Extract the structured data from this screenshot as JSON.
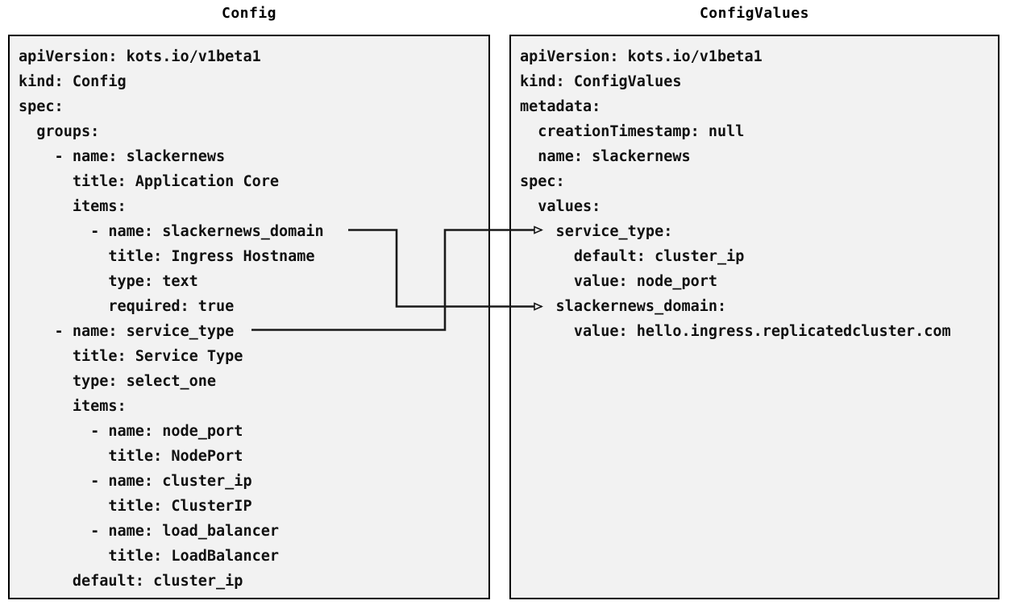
{
  "panels": {
    "config": {
      "title": "Config",
      "lines": [
        "apiVersion: kots.io/v1beta1",
        "kind: Config",
        "spec:",
        "  groups:",
        "    - name: slackernews",
        "      title: Application Core",
        "      items:",
        "        - name: slackernews_domain",
        "          title: Ingress Hostname",
        "          type: text",
        "          required: true",
        "    - name: service_type",
        "      title: Service Type",
        "      type: select_one",
        "      items:",
        "        - name: node_port",
        "          title: NodePort",
        "        - name: cluster_ip",
        "          title: ClusterIP",
        "        - name: load_balancer",
        "          title: LoadBalancer",
        "      default: cluster_ip"
      ]
    },
    "configvalues": {
      "title": "ConfigValues",
      "lines": [
        "apiVersion: kots.io/v1beta1",
        "kind: ConfigValues",
        "metadata:",
        "  creationTimestamp: null",
        "  name: slackernews",
        "spec:",
        "  values:",
        "    service_type:",
        "      default: cluster_ip",
        "      value: node_port",
        "    slackernews_domain:",
        "      value: hello.ingress.replicatedcluster.com"
      ]
    }
  },
  "connectors": [
    {
      "id": "slackernews-domain-link",
      "from": "Config items[0].name: slackernews_domain",
      "to": "ConfigValues values.slackernews_domain",
      "color": "#1a1a1a"
    },
    {
      "id": "service-type-link",
      "from": "Config groups[1].name: service_type",
      "to": "ConfigValues values.service_type",
      "color": "#1a1a1a"
    }
  ],
  "colors": {
    "panel_background": "#f2f2f2",
    "panel_border": "#000000",
    "text": "#111111",
    "connector": "#1a1a1a",
    "page_background": "#ffffff"
  }
}
